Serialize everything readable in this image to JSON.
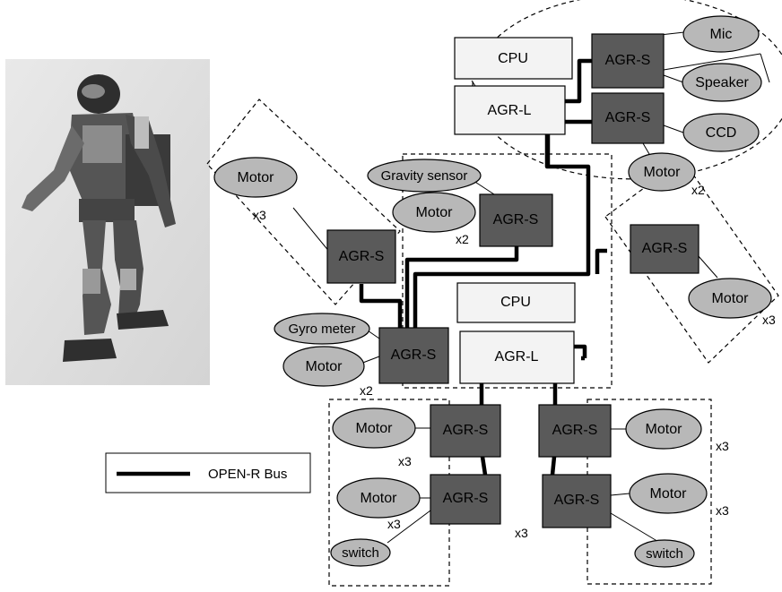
{
  "labels": {
    "cpu": "CPU",
    "agr_l": "AGR-L",
    "agr_s": "AGR-S",
    "mic": "Mic",
    "speaker": "Speaker",
    "ccd": "CCD",
    "motor": "Motor",
    "gravity_sensor": "Gravity sensor",
    "gyro_meter": "Gyro meter",
    "switch": "switch",
    "x2": "x2",
    "x3": "x3"
  },
  "legend": {
    "bus_label": "OPEN-R Bus"
  },
  "colors": {
    "agr_s_fill": "#5a5a5a",
    "agr_l_fill": "#f3f3f3",
    "ellipse_fill": "#b8b8b8",
    "bus": "#000000"
  },
  "photo": {
    "subject": "humanoid-robot-photo"
  }
}
